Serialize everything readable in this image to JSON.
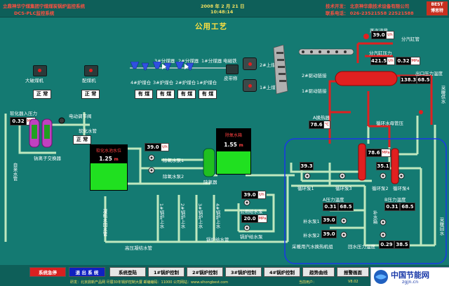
{
  "header": {
    "plant_name": "立鼎神华宁煤集团宁煤煤炭锅炉监控系统",
    "subsystem": "DCS-PLC监控系统",
    "date": "2008 年 2 月 21 日",
    "time": "10:48:14",
    "company": "技术开发：  北京神华鼎技术设备有限公司",
    "phone": "联系电话：  026-23521558  22521588",
    "brand": "BEST",
    "brand_sub": "博思特"
  },
  "page_title": "公用工艺",
  "status_normal": "正 常",
  "status_coal": "有 煤",
  "equipment": {
    "da_mei_ji": "大破煤机",
    "pei_mei_ji": "配煤机",
    "f3": "3#分煤器",
    "f2": "2#分煤器",
    "f1": "1#分煤器",
    "dian_cheng": "电磁铁",
    "p4": "4#炉煤仓",
    "p3": "3#炉煤仓",
    "p2": "2#炉煤仓",
    "p1": "1#炉煤仓",
    "pi_dai": "皮带称",
    "yi_shang": "2#上煤",
    "er_shang": "1#上煤",
    "d2": "2#驱动链接",
    "d1": "1#驱动链接"
  },
  "left": {
    "softener_pressure_label": "软化器入压力",
    "softener_pressure": "0.32",
    "softener_unit": "MPa",
    "elec_valve": "电动调节阀",
    "softened_water": "软化水管",
    "exchanger": "钠离子交换器",
    "tap_water": "自来水管",
    "pipe_1": "自\n来\n水\n管"
  },
  "tank1": {
    "label": "软化水池水位",
    "value": "1.25",
    "unit": "m"
  },
  "tank2": {
    "label": "除氧水箱",
    "value": "1.55",
    "unit": "m"
  },
  "deaerator": {
    "pump1_val": "39.0",
    "pump1_lbl": "除氧水泵1",
    "pump2_lbl": "除氧水泵2",
    "vessel": "除氧器"
  },
  "boiler_lines": {
    "l1": "1#锅炉上水",
    "l2": "2#锅炉上水",
    "l3": "3#锅炉上水",
    "l4": "4#锅炉上水",
    "high_water": "高压凝结水管",
    "feed_pump": "锅炉给水管",
    "public_pump": "公用给水泵",
    "pub_val1": "39.0",
    "pub_val2": "20.0",
    "pub_unit": "MPa",
    "boiler_feed_pump": "锅炉给水泵",
    "return_pipe": "凝结水回水管"
  },
  "steam": {
    "main_flow_label": "蒸汽流量",
    "main_flow": "39.0",
    "main_unit": "t/h",
    "main_pipe": "分汽缸管",
    "header_pressure_label": "分汽缸压力",
    "header_pressure": "421.5",
    "header_pressure_unit": "t/h",
    "header_pressure2": "0.32",
    "header_pressure2_unit": "MPa",
    "outlet_temp_label": "出口压力温度",
    "outlet_temp": "138.3",
    "outlet_val": "68.5",
    "heating_supply": "采暖供水"
  },
  "heating": {
    "a_temp_label": "A换热器",
    "a_temp": "78.6",
    "a_unit": "℃",
    "loop_pipe": "循环水母管压",
    "loop_val": "78.6",
    "loop_unit": "MPa",
    "p1_val": "39.3",
    "p1_lbl": "循环泵1",
    "p2_val": "35.1",
    "p2_lbl": "循环泵2",
    "p3_lbl": "循环泵3",
    "p4_lbl": "循环泵4",
    "a_pressure_label": "A压力温度",
    "a_val1": "0.31",
    "a_val2": "68.5",
    "b_pressure_label": "B压力温度",
    "b_val1": "0.31",
    "b_val2": "68.5",
    "mk1_val": "39.0",
    "mk1_lbl": "补水泵1",
    "mk2_val": "39.0",
    "mk2_lbl": "补水泵2",
    "makeup_tank": "补水箱",
    "return_label": "采暖用汽水换热机组",
    "return_temp_label": "回水压力温度",
    "return_val1": "0.29",
    "return_val2": "38.5",
    "heating_return": "采暖回水"
  },
  "buttons": {
    "alarm": "系统急停",
    "exit": "退 出 系 统",
    "login": "系统登陆",
    "b1": "1#锅炉控制",
    "b2": "2#锅炉控制",
    "b3": "3#锅炉控制",
    "b4": "4#锅炉控制",
    "trend": "趋势曲线",
    "report": "报警画面"
  },
  "footer": {
    "text": "研发：北京鼎新产品网     尽展30年锅炉控制大厦     邮编编码：11000     公司网站：www.sihongbest.com",
    "user": "当前用户：",
    "version": "V8.02",
    "logo": "中国节能网",
    "logo_en": "zgjn.cn"
  },
  "colors": {
    "background": "#147a72",
    "pipe_steam": "#e02020",
    "pipe_water": "#a0e0a0",
    "tank_water": "#20e020"
  }
}
